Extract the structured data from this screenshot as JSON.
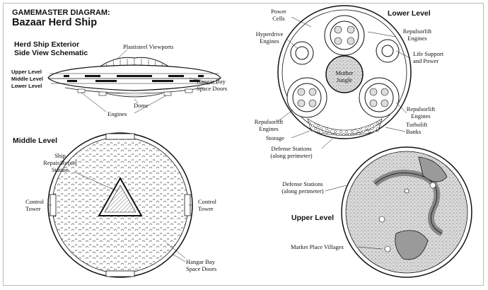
{
  "header": {
    "kicker": "GAMEMASTER DIAGRAM:",
    "title": "Bazaar Herd Ship"
  },
  "exterior": {
    "title_line1": "Herd Ship Exterior",
    "title_line2": "Side View Schematic",
    "viewports": "Plastisteel Viewports",
    "upper": "Upper Level",
    "middle": "Middle Level",
    "lower": "Lower Level",
    "hangar_line1": "Hangar Bay",
    "hangar_line2": "Space Doors",
    "dome": "Dome",
    "engines": "Engines"
  },
  "middle": {
    "title": "Middle Level",
    "repair_line1": "Ship",
    "repair_line2": "Repair/Refuel",
    "repair_line3": "Station",
    "control_left_1": "Control",
    "control_left_2": "Tower",
    "control_right_1": "Control",
    "control_right_2": "Tower",
    "hangar_line1": "Hangar Bay",
    "hangar_line2": "Space Doors"
  },
  "lower": {
    "title": "Lower Level",
    "power_line1": "Power",
    "power_line2": "Cells",
    "hyper_line1": "Hyperdrive",
    "hyper_line2": "Engines",
    "repulsor_top_1": "Repulsorlift",
    "repulsor_top_2": "Engines",
    "life_line1": "Life Support",
    "life_line2": "and Power",
    "mother_line1": "Mother",
    "mother_line2": "Jungle",
    "repulsor_left_1": "Repulsorlift",
    "repulsor_left_2": "Engines",
    "repulsor_right_1": "Repulsorlift",
    "repulsor_right_2": "Engines",
    "turbo_line1": "Turbolift",
    "turbo_line2": "Banks",
    "storage": "Storage",
    "defense_line1": "Defense Stations",
    "defense_line2": "(along perimeter)"
  },
  "upper": {
    "title": "Upper Level",
    "defense_line1": "Defense Stations",
    "defense_line2": "(along perimeter)",
    "market": "Market Place Villages"
  }
}
